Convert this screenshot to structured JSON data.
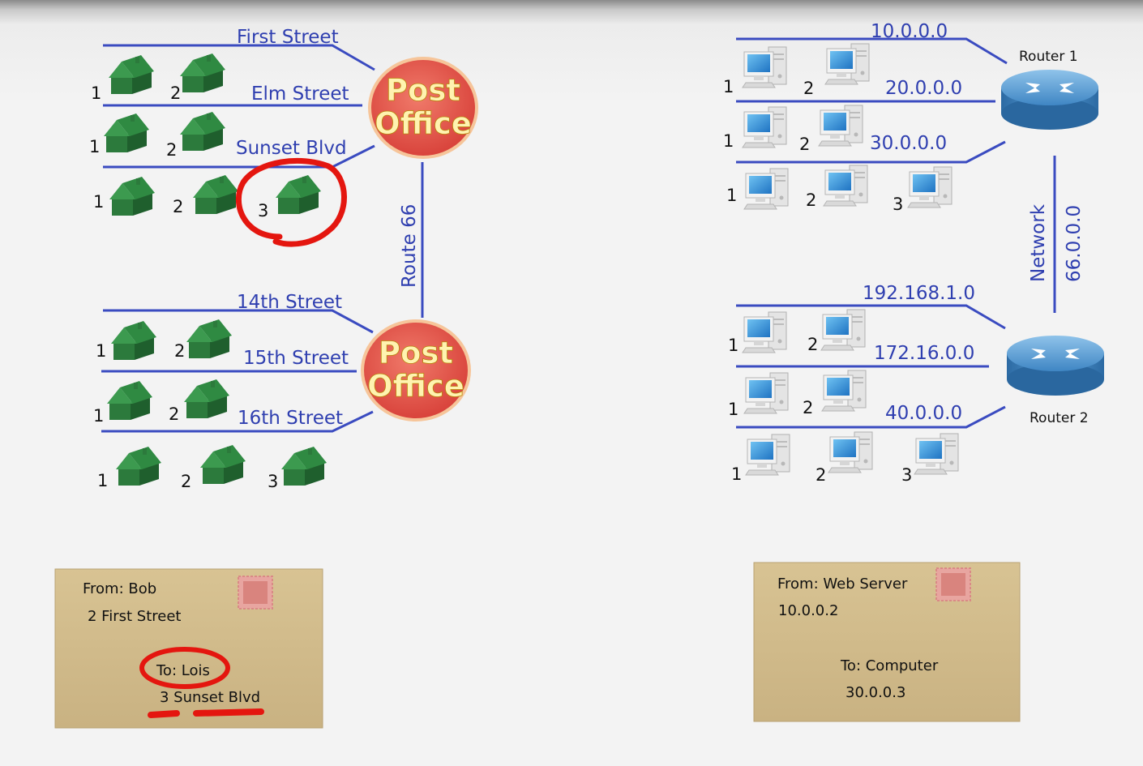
{
  "left": {
    "streets": [
      {
        "name": "First Street",
        "houses": [
          "1",
          "2"
        ]
      },
      {
        "name": "Elm Street",
        "houses": [
          "1",
          "2"
        ]
      },
      {
        "name": "Sunset Blvd",
        "houses": [
          "1",
          "2",
          "3"
        ]
      },
      {
        "name": "14th Street",
        "houses": [
          "1",
          "2"
        ]
      },
      {
        "name": "15th Street",
        "houses": [
          "1",
          "2"
        ]
      },
      {
        "name": "16th Street",
        "houses": [
          "1",
          "2",
          "3"
        ]
      }
    ],
    "post_office_line1": "Post",
    "post_office_line2": "Office",
    "route_label": "Route 66",
    "letter": {
      "from": "From: Bob",
      "from_addr": "2  First Street",
      "to": "To: Lois",
      "to_addr": "3  Sunset Blvd"
    }
  },
  "right": {
    "networks": [
      {
        "name": "10.0.0.0",
        "hosts": [
          "1",
          "2"
        ]
      },
      {
        "name": "20.0.0.0",
        "hosts": [
          "1",
          "2"
        ]
      },
      {
        "name": "30.0.0.0",
        "hosts": [
          "1",
          "2",
          "3"
        ]
      },
      {
        "name": "192.168.1.0",
        "hosts": [
          "1",
          "2"
        ]
      },
      {
        "name": "172.16.0.0",
        "hosts": [
          "1",
          "2"
        ]
      },
      {
        "name": "40.0.0.0",
        "hosts": [
          "1",
          "2",
          "3"
        ]
      }
    ],
    "router1": "Router 1",
    "router2": "Router 2",
    "link_label": "Network",
    "link_ip": "66.0.0.0",
    "letter": {
      "from": "From: Web Server",
      "from_addr": "10.0.0.2",
      "to": "To: Computer",
      "to_addr": "30.0.0.3"
    }
  },
  "colors": {
    "line": "#3a4bc0",
    "label": "#2f3fb0",
    "post_office": "#e8554c",
    "house": "#2e7d3f",
    "router": "#4a8fc8",
    "envelope": "#d2bd8c",
    "highlight": "#e4160f"
  }
}
